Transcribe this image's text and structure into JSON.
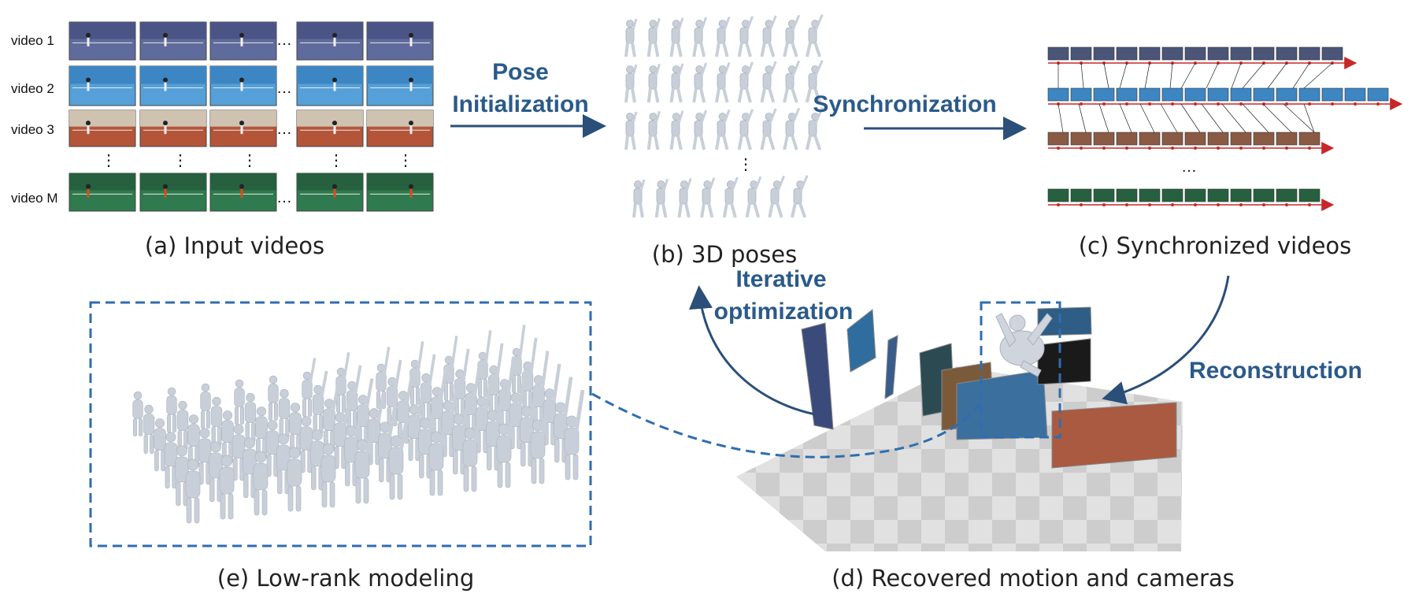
{
  "input_videos": {
    "row_labels": [
      "video 1",
      "video 2",
      "video 3",
      "video M"
    ],
    "ellipsis": "…",
    "vdots": "⋮"
  },
  "captions": {
    "a": "(a) Input videos",
    "b": "(b) 3D poses",
    "c": "(c) Synchronized videos",
    "d": "(d) Recovered motion and cameras",
    "e": "(e) Low-rank modeling"
  },
  "steps": {
    "pose_initialization": [
      "Pose",
      "Initialization"
    ],
    "synchronization": "Synchronization",
    "iterative_optimization": [
      "Iterative",
      "optimization"
    ],
    "reconstruction": "Reconstruction"
  },
  "sync_ellipsis": "…",
  "poses_vdots": "⋮",
  "colors": {
    "step_text": "#2a5a8a",
    "arrow": "#2a4f78",
    "dashed": "#2f6db0",
    "sync_line": "#c62828",
    "court_blue": "#3d86c4",
    "court_purple": "#4b5585",
    "court_clay": "#b4553a",
    "court_green": "#27603f",
    "figure_gray": "#c9cfd8"
  }
}
